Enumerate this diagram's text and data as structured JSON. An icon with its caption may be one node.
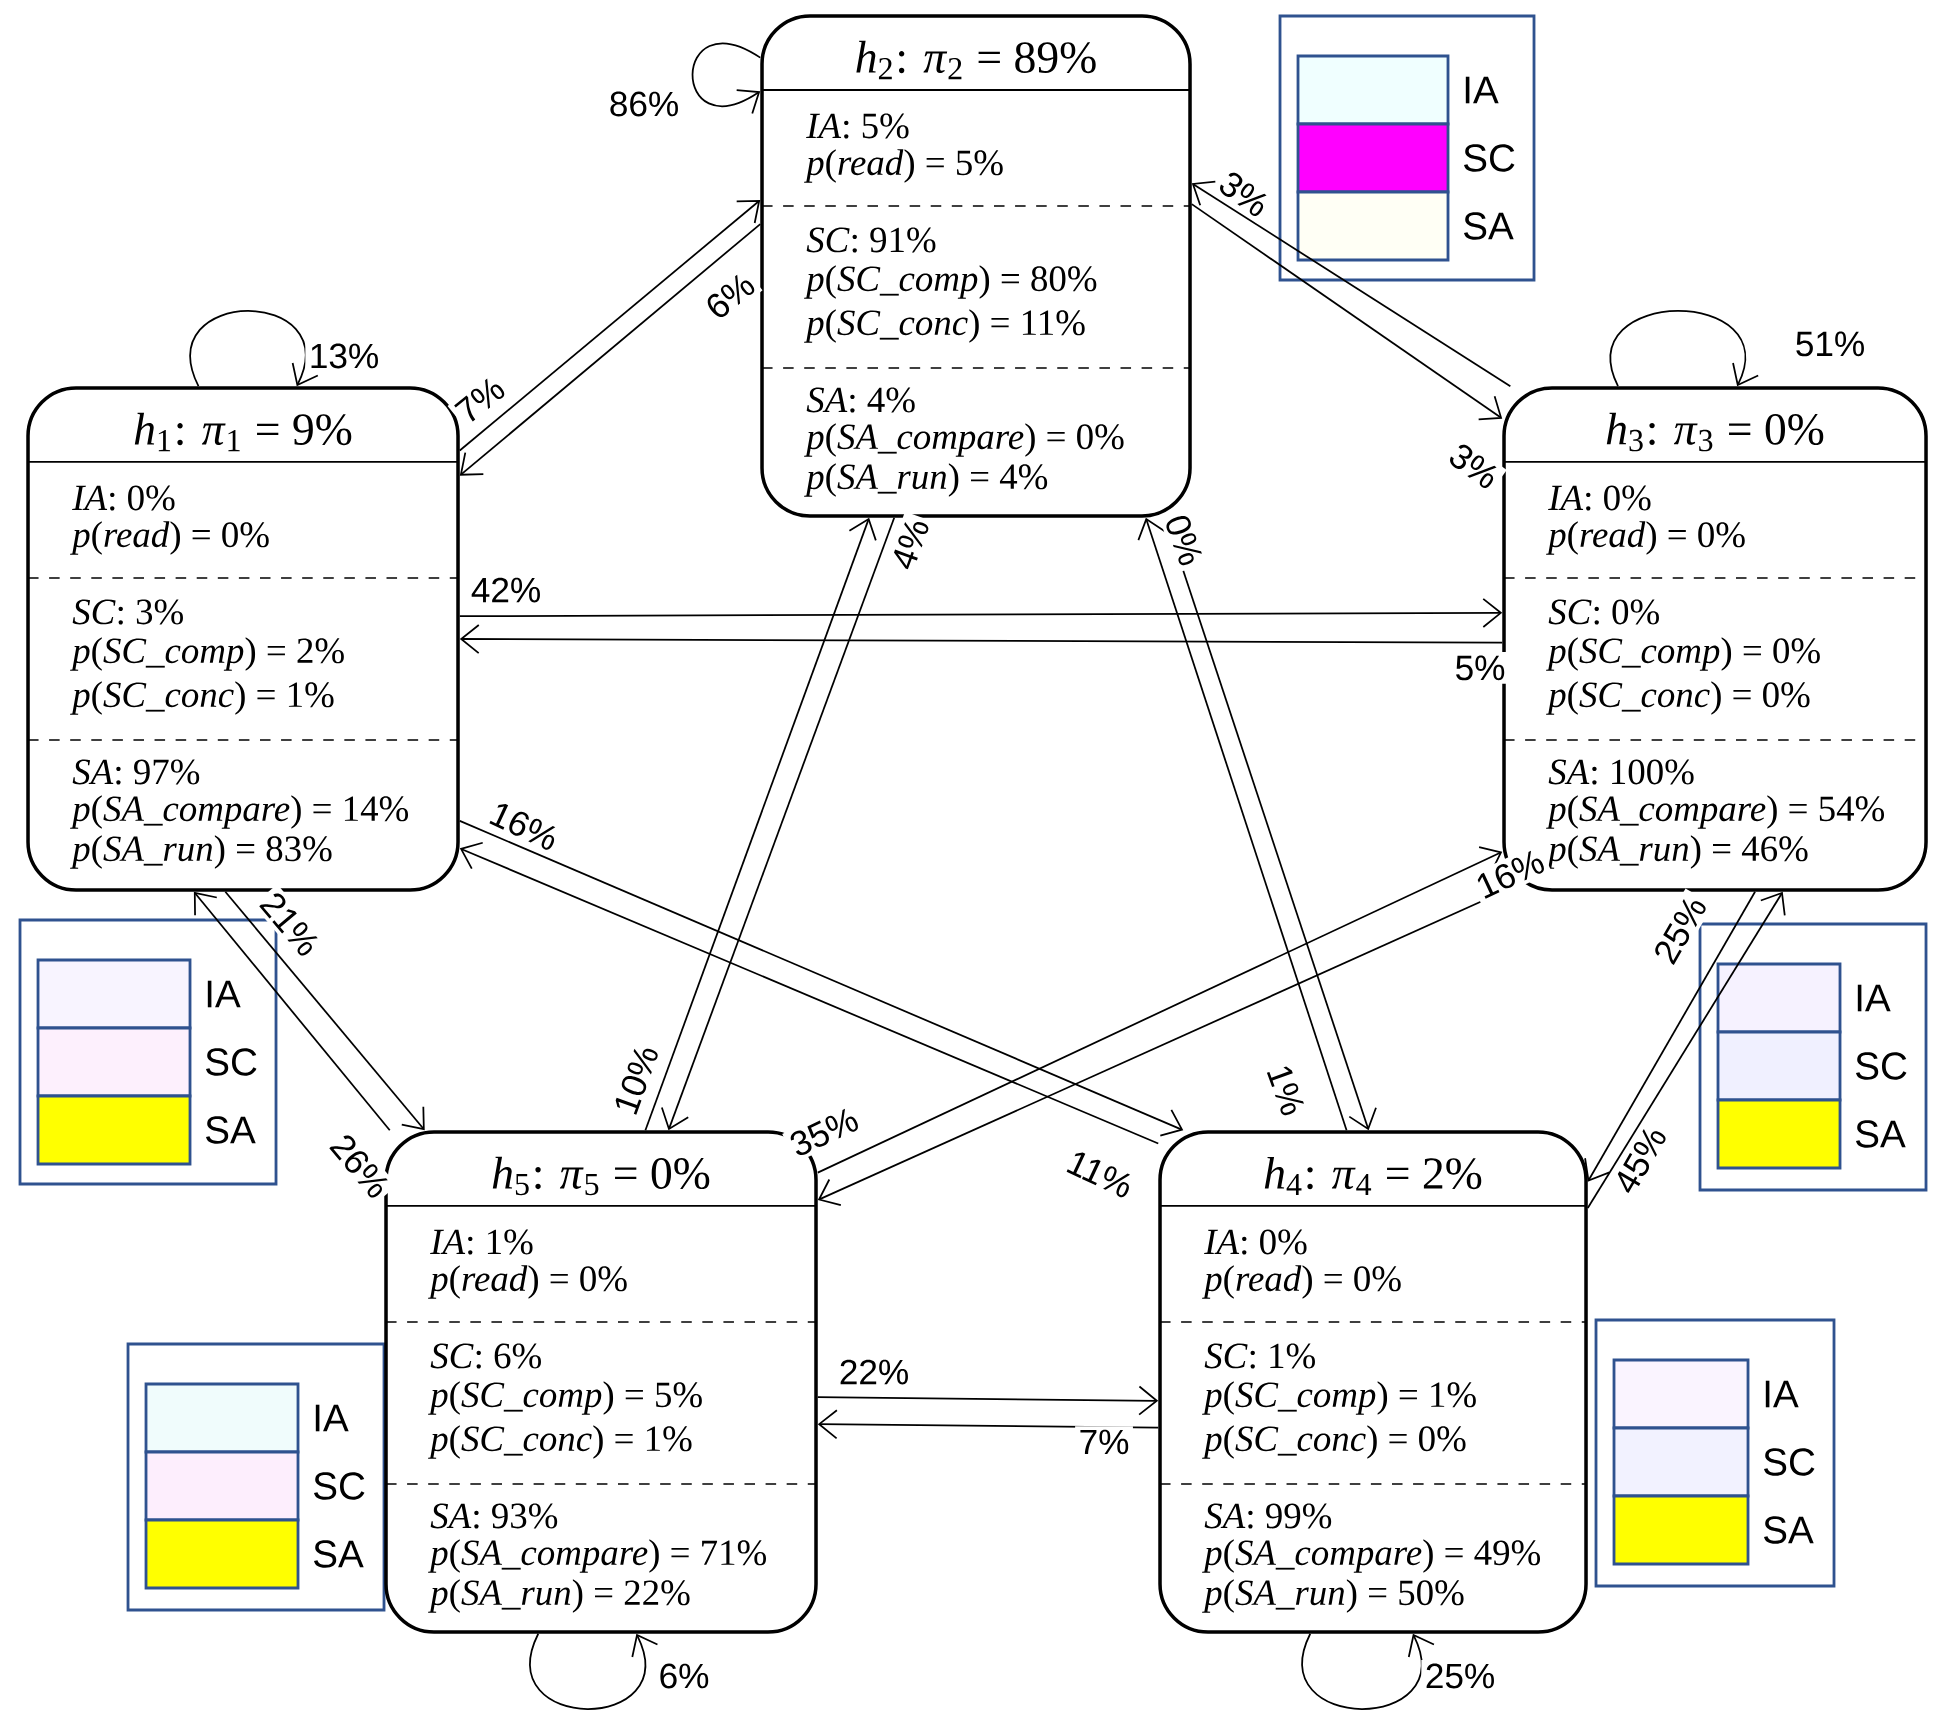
{
  "diagram": {
    "nodes": [
      {
        "text": [
          "*h*$_{2}$: *π*$_{2}$ = 89%",
          "*IA*: 5%",
          "*p*(*read*) = 5%",
          "*SC*: 91%",
          "*p*(*SC_comp*) = 80%",
          "*p*(*SC_conc*) = 11%",
          "*SA*: 4%",
          "*p*(*SA_compare*) = 0%",
          "*p*(*SA_run*) = 4%"
        ]
      },
      {
        "text": [
          "*h*$_{1}$: *π*$_{1}$ = 9%",
          "*IA*: 0%",
          "*p*(*read*) = 0%",
          "*SC*: 3%",
          "*p*(*SC_comp*) = 2%",
          "*p*(*SC_conc*) = 1%",
          "*SA*: 97%",
          "*p*(*SA_compare*) = 14%",
          "*p*(*SA_run*) = 83%"
        ]
      },
      {
        "text": [
          "*h*$_{3}$: *π*$_{3}$ = 0%",
          "*IA*: 0%",
          "*p*(*read*) = 0%",
          "*SC*: 0%",
          "*p*(*SC_comp*) = 0%",
          "*p*(*SC_conc*) = 0%",
          "*SA*: 100%",
          "*p*(*SA_compare*) = 54%",
          "*p*(*SA_run*) = 46%"
        ]
      },
      {
        "text": [
          "*h*$_{5}$: *π*$_{5}$ = 0%",
          "*IA*: 1%",
          "*p*(*read*) = 0%",
          "*SC*: 6%",
          "*p*(*SC_comp*) = 5%",
          "*p*(*SC_conc*) = 1%",
          "*SA*: 93%",
          "*p*(*SA_compare*) = 71%",
          "*p*(*SA_run*) = 22%"
        ]
      },
      {
        "text": [
          "*h*$_{4}$: *π*$_{4}$ = 2%",
          "*IA*: 0%",
          "*p*(*read*) = 0%",
          "*SC*: 1%",
          "*p*(*SC_comp*) = 1%",
          "*p*(*SC_conc*) = 0%",
          "*SA*: 99%",
          "*p*(*SA_compare*) = 49%",
          "*p*(*SA_run*) = 50%"
        ]
      }
    ],
    "edges": [
      {
        "from": 0,
        "to": 0,
        "arrow": "to",
        "label": "86%"
      },
      {
        "from": 1,
        "to": 1,
        "arrow": "to",
        "label": "13%"
      },
      {
        "from": 2,
        "to": 2,
        "arrow": "to",
        "label": "51%"
      },
      {
        "from": 3,
        "to": 3,
        "arrow": "to",
        "label": "6%"
      },
      {
        "from": 4,
        "to": 4,
        "arrow": "to",
        "label": "25%"
      },
      {
        "from": 1,
        "to": 0,
        "arrow": "to",
        "label": "7%"
      },
      {
        "from": 0,
        "to": 1,
        "arrow": "to",
        "label": "6%"
      },
      {
        "from": 0,
        "to": 2,
        "arrow": "to",
        "label": "3%"
      },
      {
        "from": 2,
        "to": 0,
        "arrow": "to",
        "label": "3%"
      },
      {
        "from": 1,
        "to": 2,
        "arrow": "to",
        "label": "42%"
      },
      {
        "from": 2,
        "to": 1,
        "arrow": "to",
        "label": "5%"
      },
      {
        "from": 0,
        "to": 3,
        "arrow": "to",
        "label": "4%"
      },
      {
        "from": 3,
        "to": 0,
        "arrow": "to",
        "label": "10%"
      },
      {
        "from": 0,
        "to": 4,
        "arrow": "to",
        "label": "0%"
      },
      {
        "from": 4,
        "to": 0,
        "arrow": "to",
        "label": "1%"
      },
      {
        "from": 1,
        "to": 3,
        "arrow": "to",
        "label": "21%"
      },
      {
        "from": 3,
        "to": 1,
        "arrow": "to",
        "label": "26%"
      },
      {
        "from": 1,
        "to": 4,
        "arrow": "to",
        "label": "16%"
      },
      {
        "from": 4,
        "to": 1,
        "arrow": "to",
        "label": "11%"
      },
      {
        "from": 2,
        "to": 3,
        "arrow": "to",
        "label": "16%"
      },
      {
        "from": 3,
        "to": 2,
        "arrow": "to",
        "label": "35%"
      },
      {
        "from": 2,
        "to": 4,
        "arrow": "to",
        "label": "25%"
      },
      {
        "from": 4,
        "to": 2,
        "arrow": "to",
        "label": "45%"
      },
      {
        "from": 3,
        "to": 4,
        "arrow": "to",
        "label": "22%"
      },
      {
        "from": 4,
        "to": 3,
        "arrow": "to",
        "label": "7%"
      }
    ],
    "legend": [
      {
        "text": "IA",
        "color": "#f0ffff"
      },
      {
        "text": "SC",
        "color": "#ff00ff"
      },
      {
        "text": "SA",
        "color": "#fffff5"
      },
      {
        "text": "IA",
        "color": "#f8f4ff"
      },
      {
        "text": "SC",
        "color": "#fdf0fd"
      },
      {
        "text": "SA",
        "color": "#ffff00"
      },
      {
        "text": "IA",
        "color": "#f6f2ff"
      },
      {
        "text": "SC",
        "color": "#f0f0ff"
      },
      {
        "text": "SA",
        "color": "#ffff00"
      },
      {
        "text": "IA",
        "color": "#f0fcfc"
      },
      {
        "text": "SC",
        "color": "#fdeefd"
      },
      {
        "text": "SA",
        "color": "#ffff00"
      },
      {
        "text": "IA",
        "color": "#faf4ff"
      },
      {
        "text": "SC",
        "color": "#f2f2ff"
      },
      {
        "text": "SA",
        "color": "#ffff00"
      }
    ]
  }
}
